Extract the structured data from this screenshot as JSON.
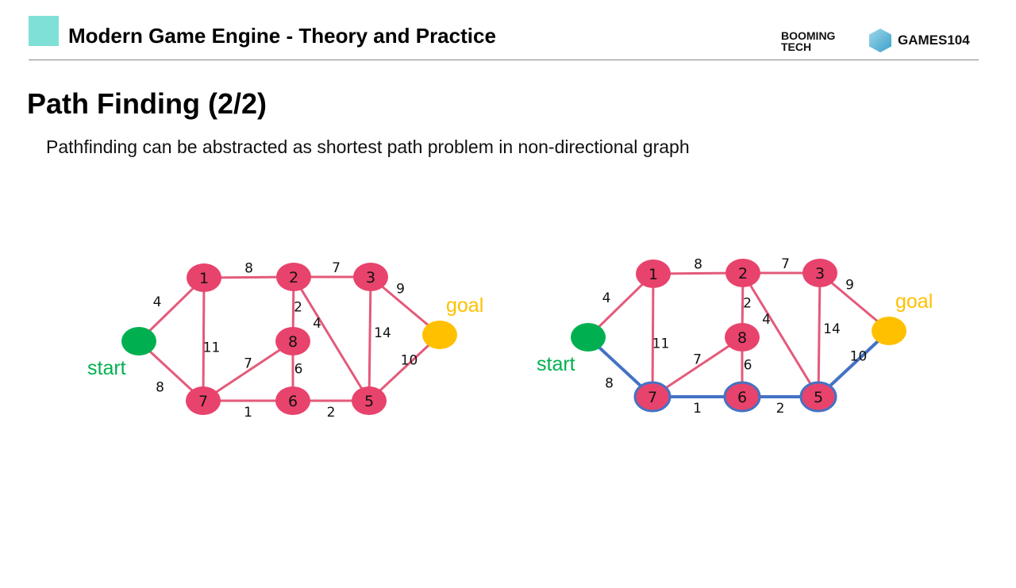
{
  "header": {
    "title": "Modern Game Engine - Theory and Practice",
    "logo_booming": "BOOMING TECH",
    "logo_games": "GAMES104"
  },
  "slide": {
    "title": "Path Finding (2/2)",
    "subtitle": "Pathfinding can be abstracted as shortest path problem in non-directional graph"
  },
  "colors": {
    "node": "#e8436c",
    "edge": "#e45a7a",
    "start": "#00b050",
    "goal": "#ffc000",
    "path": "#4472c4"
  },
  "graph": {
    "start_label": "start",
    "goal_label": "goal",
    "nodes": [
      "start",
      "1",
      "2",
      "3",
      "goal",
      "8",
      "7",
      "6",
      "5"
    ],
    "edges": [
      {
        "a": "start",
        "b": "1",
        "w": "4"
      },
      {
        "a": "start",
        "b": "7",
        "w": "8"
      },
      {
        "a": "1",
        "b": "2",
        "w": "8"
      },
      {
        "a": "1",
        "b": "7",
        "w": "11"
      },
      {
        "a": "2",
        "b": "3",
        "w": "7"
      },
      {
        "a": "2",
        "b": "8",
        "w": "2"
      },
      {
        "a": "2",
        "b": "5",
        "w": "4"
      },
      {
        "a": "3",
        "b": "goal",
        "w": "9"
      },
      {
        "a": "3",
        "b": "5",
        "w": "14"
      },
      {
        "a": "8",
        "b": "7",
        "w": "7"
      },
      {
        "a": "8",
        "b": "6",
        "w": "6"
      },
      {
        "a": "7",
        "b": "6",
        "w": "1"
      },
      {
        "a": "6",
        "b": "5",
        "w": "2"
      },
      {
        "a": "5",
        "b": "goal",
        "w": "10"
      }
    ]
  },
  "shortest_path": [
    "start",
    "7",
    "6",
    "5",
    "goal"
  ]
}
